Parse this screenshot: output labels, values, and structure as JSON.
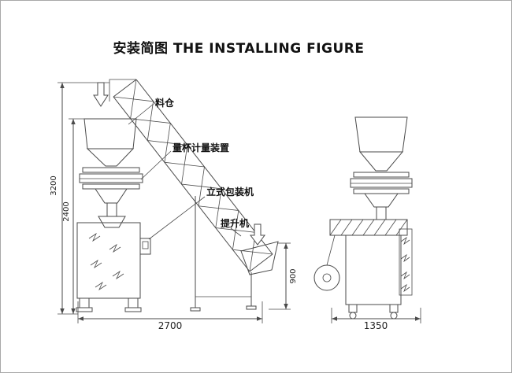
{
  "title": "安装简图 THE INSTALLING FIGURE",
  "callouts": {
    "hopper": "料仓",
    "measuring_device": "量杯计量装置",
    "vertical_packer": "立式包装机",
    "elevator": "提升机"
  },
  "dims": {
    "total_height": "3200",
    "machine_height": "2400",
    "layout_width": "2700",
    "elevator_feed_height": "900",
    "side_view_width": "1350"
  },
  "colors": {
    "line": "#4a4a4a",
    "text": "#111111",
    "page_background": "#ffffff",
    "page_border": "#a8a8a8"
  }
}
